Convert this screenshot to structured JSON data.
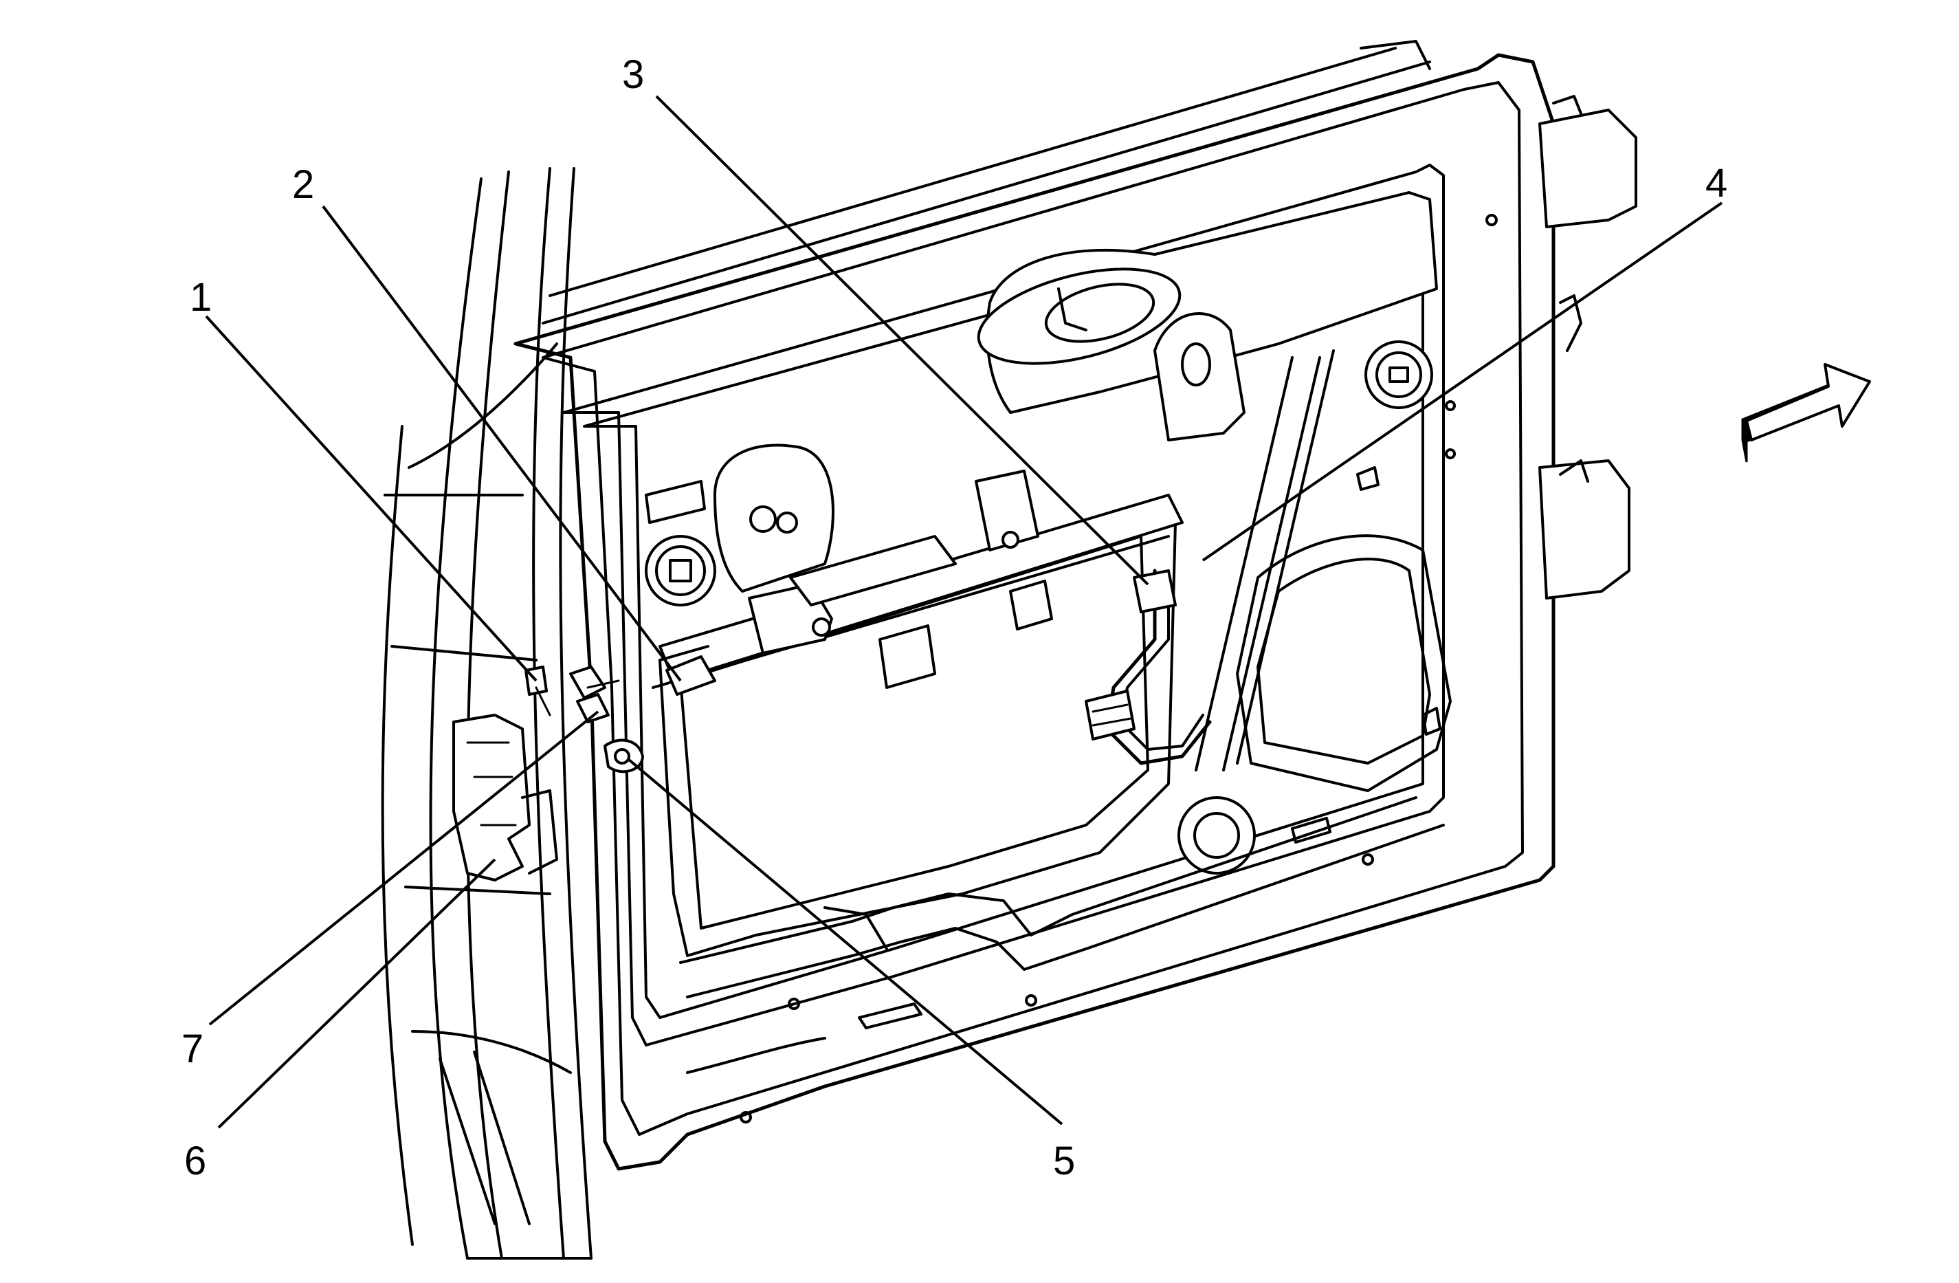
{
  "callouts": [
    {
      "id": "1",
      "label": "1"
    },
    {
      "id": "2",
      "label": "2"
    },
    {
      "id": "3",
      "label": "3"
    },
    {
      "id": "4",
      "label": "4"
    },
    {
      "id": "5",
      "label": "5"
    },
    {
      "id": "6",
      "label": "6"
    },
    {
      "id": "7",
      "label": "7"
    }
  ],
  "icons": {
    "view_direction": "view-direction-arrow-icon"
  }
}
